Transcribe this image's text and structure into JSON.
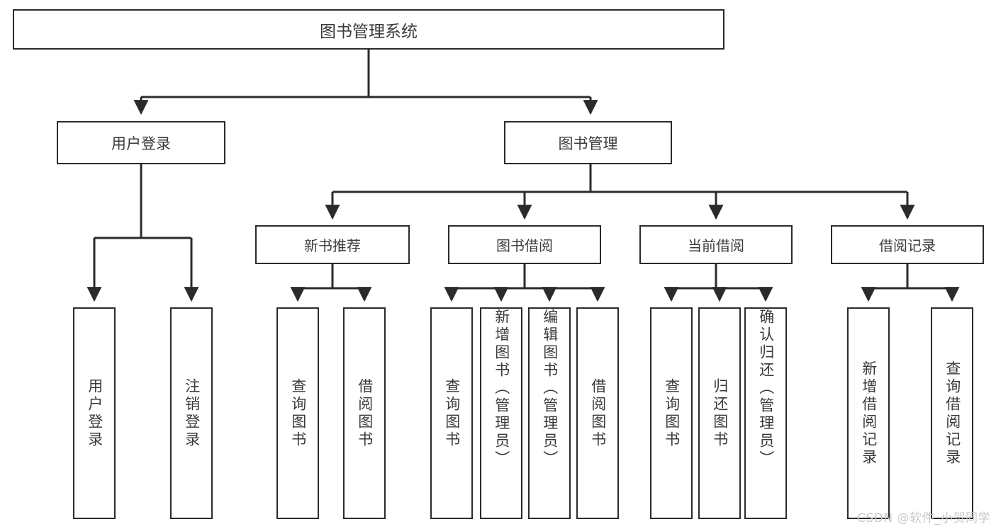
{
  "diagram": {
    "title": "图书管理系统",
    "type": "功能结构图",
    "colors": {
      "box_border": "#2b2b2b",
      "box_fill": "#ffffff",
      "text": "#3a3a3a",
      "connector": "#2b2b2b",
      "watermark": "#c9c9c9"
    },
    "root": {
      "label": "图书管理系统"
    },
    "level2": [
      {
        "label": "用户登录"
      },
      {
        "label": "图书管理"
      }
    ],
    "level3": [
      {
        "label": "新书推荐"
      },
      {
        "label": "图书借阅"
      },
      {
        "label": "当前借阅"
      },
      {
        "label": "借阅记录"
      }
    ],
    "leaves": {
      "user_login": [
        {
          "label": "用户登录"
        },
        {
          "label": "注销登录"
        }
      ],
      "new_book_recommend": [
        {
          "label": "查询图书"
        },
        {
          "label": "借阅图书"
        }
      ],
      "book_borrow": [
        {
          "label": "查询图书"
        },
        {
          "label": "新增图书（管理员）"
        },
        {
          "label": "编辑图书（管理员）"
        },
        {
          "label": "借阅图书"
        }
      ],
      "current_borrow": [
        {
          "label": "查询图书"
        },
        {
          "label": "归还图书"
        },
        {
          "label": "确认归还（管理员）"
        }
      ],
      "borrow_record": [
        {
          "label": "新增借阅记录"
        },
        {
          "label": "查询借阅记录"
        }
      ]
    },
    "watermark": "CSDN @软件_小贺同学"
  }
}
